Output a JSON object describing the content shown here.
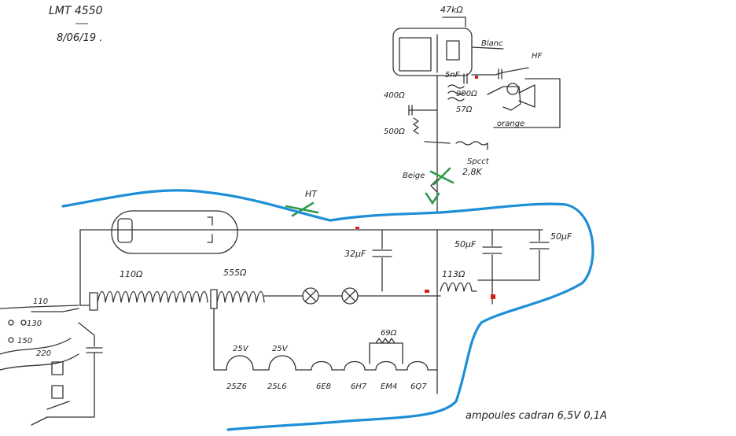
{
  "header": {
    "model": "LMT 4550",
    "date": "8/06/19 ."
  },
  "labels": {
    "r_top": "47kΩ",
    "r_top_alt": "Blanc",
    "hf": "HF",
    "c_5nf": "5nF",
    "coil_900": "900Ω",
    "coil_57": "57Ω",
    "orange": "orange",
    "r_400": "400Ω",
    "r_500": "500Ω",
    "r_2k8": "2,8K",
    "beige": "Beige",
    "ht": "HT",
    "c_32": "32μF",
    "c_50a": "50μF",
    "c_50b": "50μF",
    "r_110": "110Ω",
    "r_555": "555Ω",
    "r_113": "113Ω",
    "r_69": "69Ω",
    "v_25a": "25V",
    "v_25b": "25V",
    "v_110": "110",
    "v_130": "130",
    "v_150": "150",
    "v_220": "220",
    "tubes": [
      "25Z6",
      "25L6",
      "6E8",
      "6H7",
      "EM4",
      "6Q7"
    ],
    "footer_note": "ampoules cadran   6,5V  0,1A"
  }
}
